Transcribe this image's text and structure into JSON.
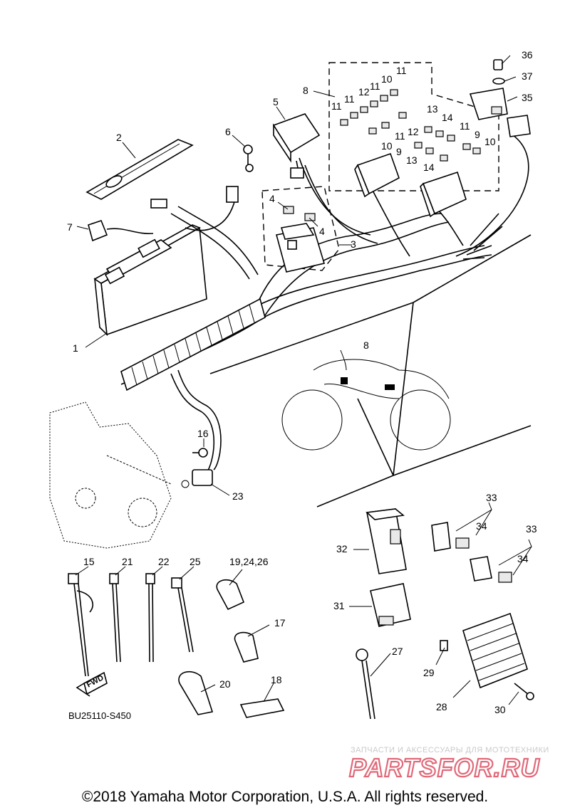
{
  "diagram": {
    "drawing_code": "BU25110-S450",
    "copyright": "©2018 Yamaha Motor Corporation, U.S.A. All rights reserved.",
    "watermark_line1": "ЗАПЧАСТИ И АКСЕССУАРЫ ДЛЯ МОТОТЕХНИКИ",
    "watermark_logo": "PARTSFOR.RU",
    "fwd_label": "FWD",
    "callouts": {
      "c1": "1",
      "c2": "2",
      "c3": "3",
      "c4a": "4",
      "c4b": "4",
      "c5": "5",
      "c6": "6",
      "c7": "7",
      "c8a": "8",
      "c8b": "8",
      "c9a": "9",
      "c9b": "9",
      "c10a": "10",
      "c10b": "10",
      "c10c": "10",
      "c11a": "11",
      "c11b": "11",
      "c11c": "11",
      "c11d": "11",
      "c11e": "11",
      "c11f": "11",
      "c12a": "12",
      "c12b": "12",
      "c13a": "13",
      "c13b": "13",
      "c14a": "14",
      "c14b": "14",
      "c15": "15",
      "c16": "16",
      "c17": "17",
      "c18": "18",
      "c19": "19,24,26",
      "c20": "20",
      "c21": "21",
      "c22": "22",
      "c23": "23",
      "c25": "25",
      "c27": "27",
      "c28": "28",
      "c29": "29",
      "c30": "30",
      "c31": "31",
      "c32": "32",
      "c33a": "33",
      "c33b": "33",
      "c34a": "34",
      "c34b": "34",
      "c35": "35",
      "c36": "36",
      "c37": "37"
    }
  }
}
